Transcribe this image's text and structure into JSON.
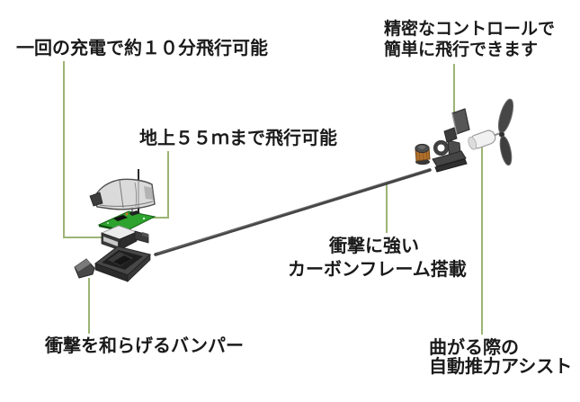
{
  "diagram": {
    "title_none": "",
    "background_color": "#ffffff",
    "leader_line_color": "#9cb474",
    "text_color": "#1a1a1a",
    "pcb_color": "#2da32d",
    "coil_color": "#b06f2a",
    "labels": {
      "flight_time": {
        "text": "一回の充電で約１０分飛行可能"
      },
      "control": {
        "line1": "精密なコントロールで",
        "line2": "簡単に飛行できます"
      },
      "altitude": {
        "text": "地上５５ｍまで飛行可能"
      },
      "carbon_frame": {
        "line1": "衝撃に強い",
        "line2": "カーボンフレーム搭載"
      },
      "bumper": {
        "text": "衝撃を和らげるバンパー"
      },
      "thrust_assist": {
        "line1": "曲がる際の",
        "line2": "自動推力アシスト"
      }
    },
    "parts": [
      "canopy",
      "antenna",
      "circuit-board",
      "battery",
      "chassis",
      "bumper",
      "carbon-rod",
      "coil-actuator",
      "motor-mount",
      "rudder",
      "motor",
      "propeller"
    ]
  }
}
